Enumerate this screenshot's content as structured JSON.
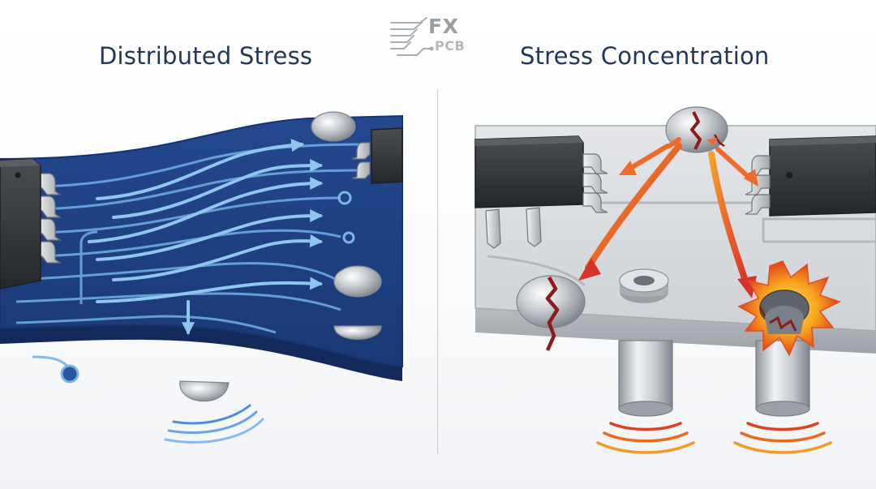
{
  "logo": {
    "line1": "FX",
    "line2": "PCB"
  },
  "panels": {
    "left": {
      "title": "Distributed Stress"
    },
    "right": {
      "title": "Stress Concentration"
    }
  },
  "colors": {
    "title_text": "#233756",
    "board_blue": "#1f3f86",
    "trace_light_blue": "#7bb7e6",
    "board_gray": "#d9dbde",
    "stress_red": "#d7332a",
    "stress_orange": "#f08a1c",
    "crack": "#8b1a1a"
  }
}
